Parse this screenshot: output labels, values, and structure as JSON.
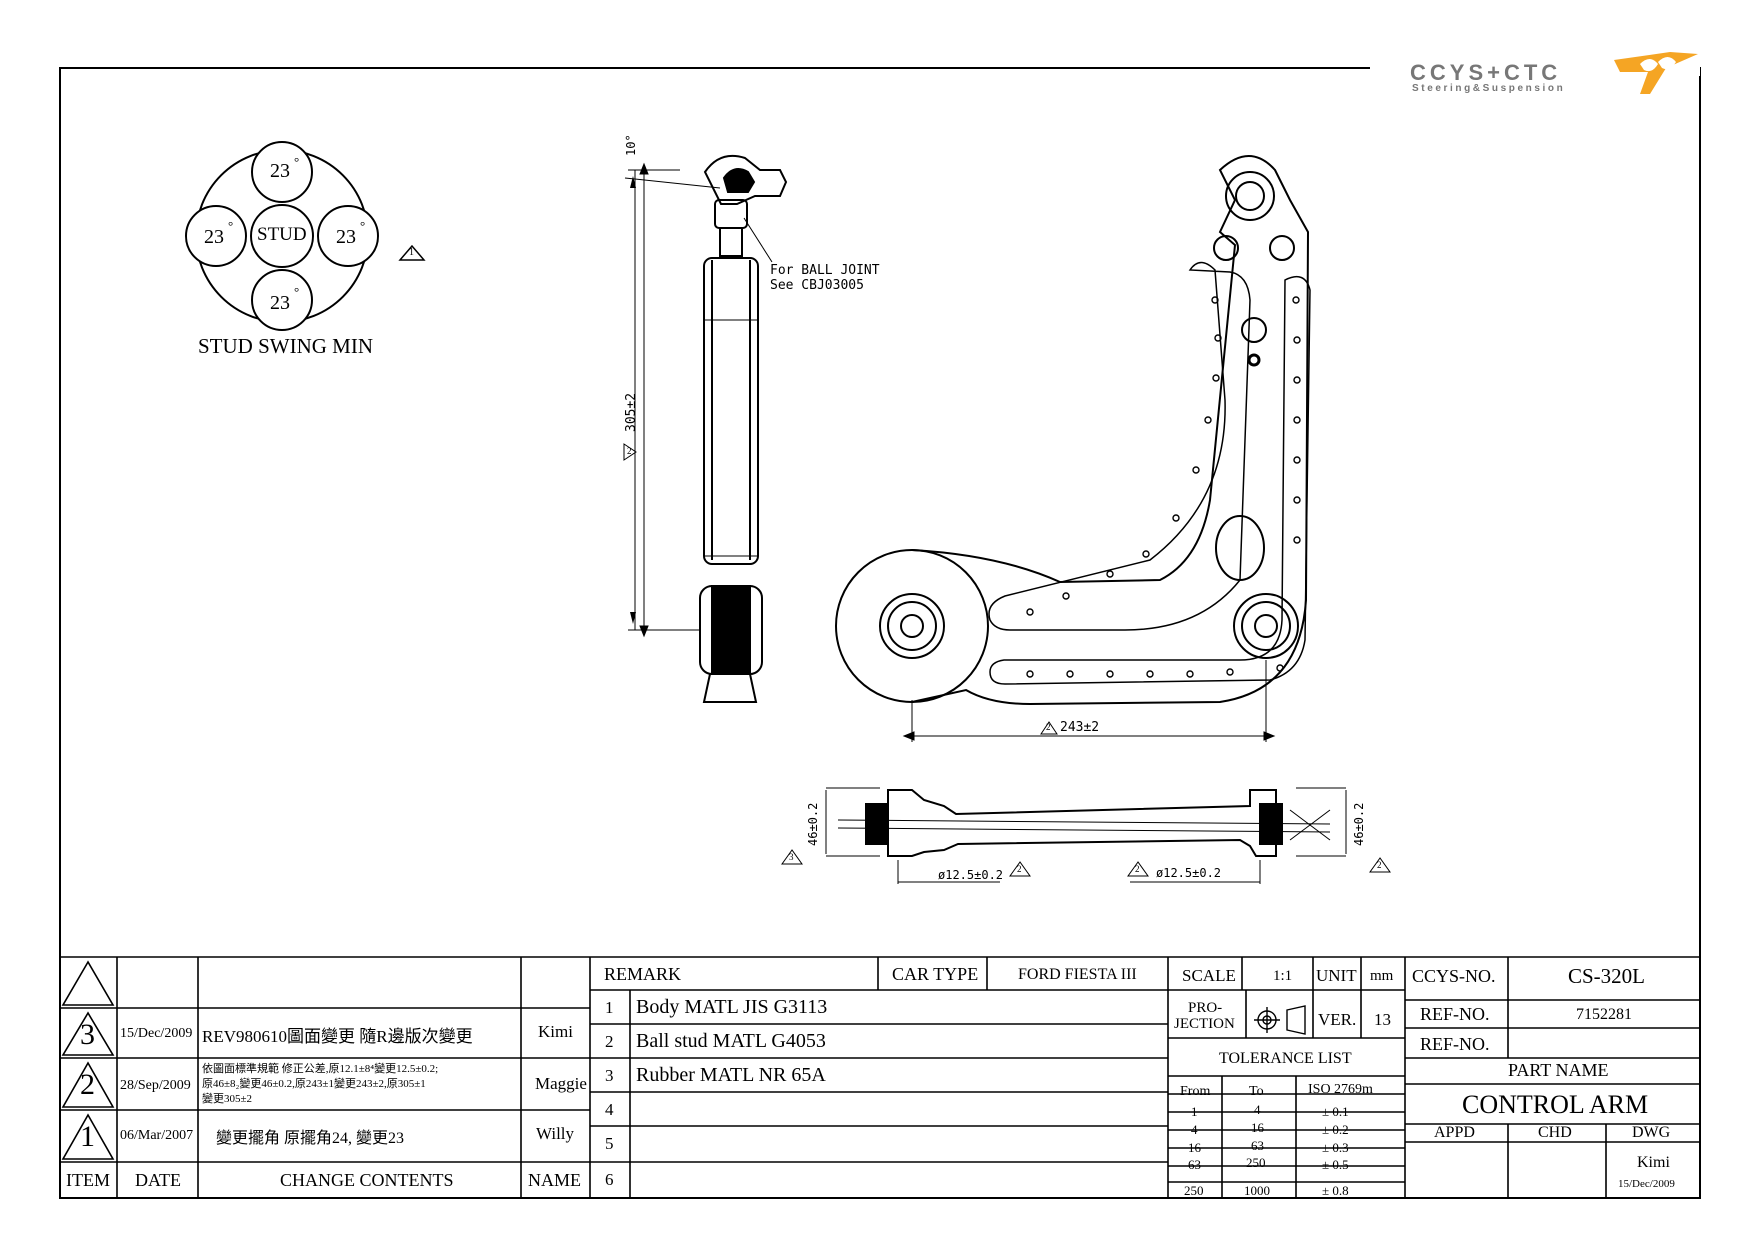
{
  "logo": {
    "brand": "CCYS+CTC",
    "tagline": "Steering&Suspension"
  },
  "stud_swing": {
    "angle_top": "23",
    "angle_left": "23",
    "angle_right": "23",
    "angle_bottom": "23",
    "center_label": "STUD",
    "degree": "°",
    "caption": "STUD SWING MIN",
    "rev_flag": "1"
  },
  "side_view": {
    "angle": "10°",
    "note_line1": "For BALL JOINT",
    "note_line2": "See CBJ03005",
    "length_dim": "305±2",
    "rev_flag": "2"
  },
  "plan_view": {
    "width_dim": "243±2",
    "rev_flag": "2"
  },
  "bottom_view": {
    "left_height": "46±0.2",
    "right_height": "46±0.2",
    "left_dia": "ø12.5±0.2",
    "right_dia": "ø12.5±0.2",
    "rev_flag_left": "3",
    "rev_flag_mid1": "2",
    "rev_flag_mid2": "2",
    "rev_flag_right": "2"
  },
  "revisions": {
    "headers": {
      "item": "ITEM",
      "date": "DATE",
      "contents": "CHANGE CONTENTS",
      "name": "NAME"
    },
    "rows": [
      {
        "item": "3",
        "date": "15/Dec/2009",
        "contents": "REV980610圖面變更 隨R邊版次變更",
        "name": "Kimi"
      },
      {
        "item": "2",
        "date": "28/Sep/2009",
        "contents_lines": [
          "依圖面標準規範 修正公差,原12.1±8⁴變更12.5±0.2;",
          "原46±8₂變更46±0.2,原243±1變更243±2,原305±1",
          "變更305±2"
        ],
        "name": "Maggie"
      },
      {
        "item": "1",
        "date": "06/Mar/2007",
        "contents": "變更擺角  原擺角24, 變更23",
        "name": "Willy"
      }
    ]
  },
  "remark": {
    "label": "REMARK",
    "car_type_label": "CAR TYPE",
    "car_type": "FORD FIESTA III",
    "items": [
      {
        "no": "1",
        "text": "Body MATL JIS G3113"
      },
      {
        "no": "2",
        "text": "Ball stud MATL G4053"
      },
      {
        "no": "3",
        "text": "Rubber MATL NR 65A"
      },
      {
        "no": "4",
        "text": ""
      },
      {
        "no": "5",
        "text": ""
      },
      {
        "no": "6",
        "text": ""
      }
    ]
  },
  "spec": {
    "scale_label": "SCALE",
    "scale": "1:1",
    "unit_label": "UNIT",
    "unit": "mm",
    "projection_label_1": "PRO-",
    "projection_label_2": "JECTION",
    "ver_label": "VER.",
    "ver": "13",
    "tolerance_title": "TOLERANCE LIST",
    "tol_headers": {
      "from": "From",
      "to": "To",
      "iso": "ISO 2769m"
    },
    "tolerances": [
      {
        "from": "1",
        "to": "4",
        "tol": "± 0.1"
      },
      {
        "from": "4",
        "to": "16",
        "tol": "± 0.2"
      },
      {
        "from": "16",
        "to": "63",
        "tol": "± 0.3"
      },
      {
        "from": "63",
        "to": "250",
        "tol": "± 0.5"
      },
      {
        "from": "250",
        "to": "1000",
        "tol": "± 0.8"
      }
    ]
  },
  "title_block": {
    "ccys_no_label": "CCYS-NO.",
    "ccys_no": "CS-320L",
    "ref_no_label": "REF-NO.",
    "ref_no": "7152281",
    "ref_no2_label": "REF-NO.",
    "ref_no2": "",
    "part_name_label": "PART NAME",
    "part_name": "CONTROL ARM",
    "appd_label": "APPD",
    "chd_label": "CHD",
    "dwg_label": "DWG",
    "dwg_by": "Kimi",
    "dwg_date": "15/Dec/2009"
  }
}
